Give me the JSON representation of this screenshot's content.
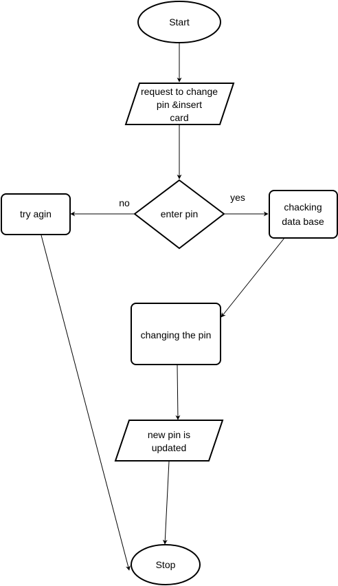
{
  "diagram": {
    "nodes": {
      "start": {
        "label": "Start"
      },
      "request": {
        "lines": [
          "request to change",
          "pin &insert",
          "card"
        ]
      },
      "enter_pin": {
        "label": "enter pin"
      },
      "try_again": {
        "label": "try agin"
      },
      "checking": {
        "lines": [
          "chacking",
          "data base"
        ]
      },
      "changing": {
        "label": "changing the pin"
      },
      "updated": {
        "lines": [
          "new pin is",
          "updated"
        ]
      },
      "stop": {
        "label": "Stop"
      }
    },
    "edges": {
      "no_label": "no",
      "yes_label": "yes"
    }
  }
}
